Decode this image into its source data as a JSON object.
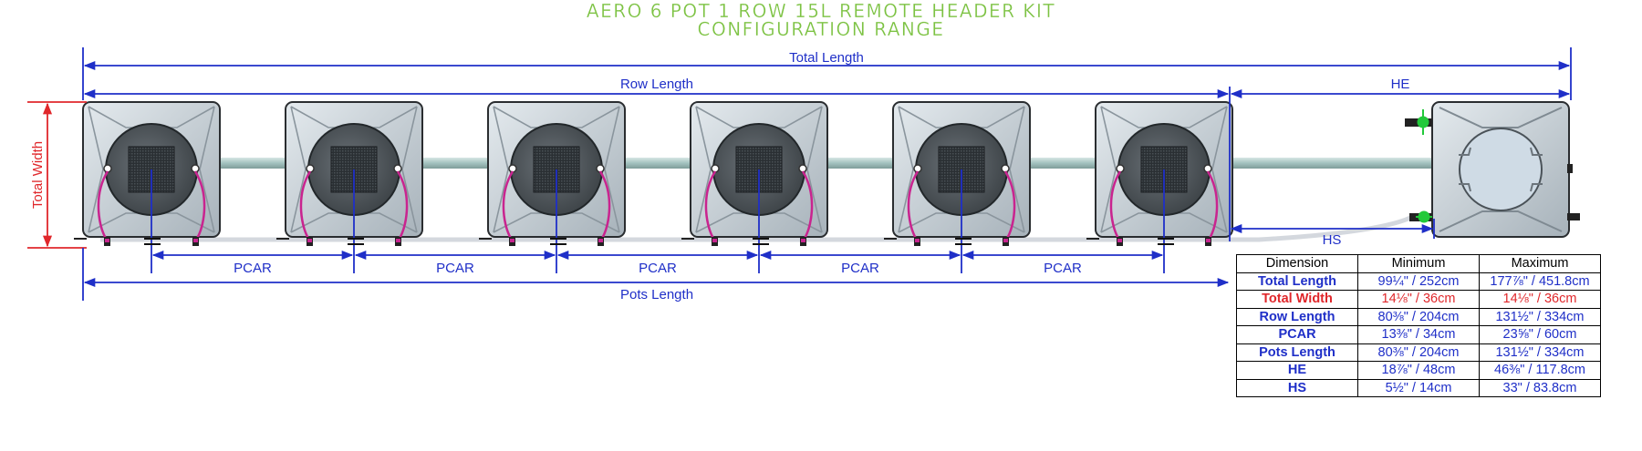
{
  "title": {
    "line1": "AERO 6 POT 1 ROW 15L REMOTE HEADER KIT",
    "line2": "CONFIGURATION RANGE"
  },
  "dimension_labels": {
    "total_length": "Total Length",
    "row_length": "Row Length",
    "he": "HE",
    "total_width": "Total Width",
    "hs": "HS",
    "pcar": "PCAR",
    "pots_length": "Pots Length"
  },
  "pot_count": 6,
  "colors": {
    "title": "#7cc242",
    "dimension_line": "#1f2fc8",
    "width_line": "#e0272b",
    "pot_body": "#c5ced4",
    "pipe": "#a9c7c4",
    "tube": "#c9248f",
    "valve": "#22c93a"
  },
  "table": {
    "headers": [
      "Dimension",
      "Minimum",
      "Maximum"
    ],
    "rows": [
      {
        "name": "Total Length",
        "min": "99¼\" / 252cm",
        "max": "177⅞\" / 451.8cm",
        "highlight": false
      },
      {
        "name": "Total Width",
        "min": "14⅛\" / 36cm",
        "max": "14⅛\" / 36cm",
        "highlight": true
      },
      {
        "name": "Row Length",
        "min": "80⅜\" / 204cm",
        "max": "131½\" / 334cm",
        "highlight": false
      },
      {
        "name": "PCAR",
        "min": "13⅜\" / 34cm",
        "max": "23⅝\" / 60cm",
        "highlight": false
      },
      {
        "name": "Pots Length",
        "min": "80⅜\" / 204cm",
        "max": "131½\" / 334cm",
        "highlight": false
      },
      {
        "name": "HE",
        "min": "18⅞\" / 48cm",
        "max": "46⅜\" / 117.8cm",
        "highlight": false
      },
      {
        "name": "HS",
        "min": "5½\" / 14cm",
        "max": "33\" / 83.8cm",
        "highlight": false
      }
    ]
  }
}
